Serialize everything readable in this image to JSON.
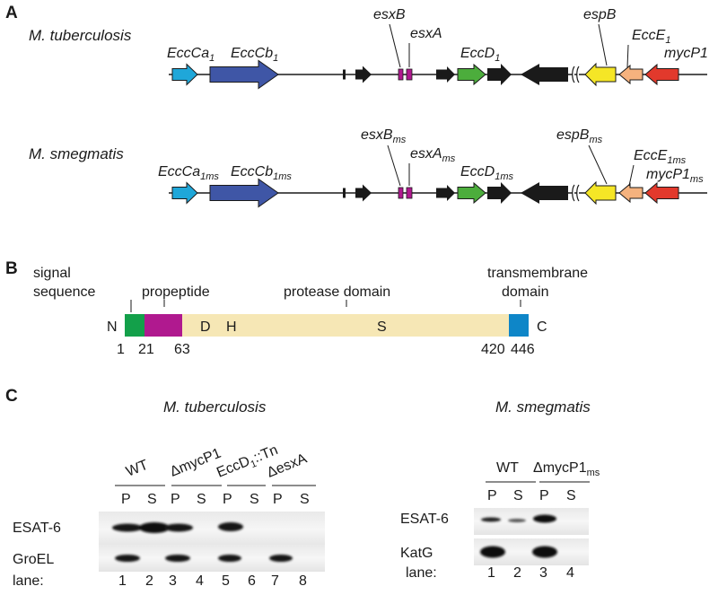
{
  "panelA": {
    "label": "A",
    "row1": {
      "organism": "M. tuberculosis",
      "genes": {
        "eccCa": {
          "base": "EccCa",
          "sub": "1"
        },
        "eccCb": {
          "base": "EccCb",
          "sub": "1"
        },
        "esxB": {
          "base": "esxB",
          "sub": ""
        },
        "esxA": {
          "base": "esxA",
          "sub": ""
        },
        "eccD": {
          "base": "EccD",
          "sub": "1"
        },
        "espB": {
          "base": "espB",
          "sub": ""
        },
        "eccE": {
          "base": "EccE",
          "sub": "1"
        },
        "mycP": {
          "base": "mycP1",
          "sub": ""
        }
      }
    },
    "row2": {
      "organism": "M. smegmatis",
      "genes": {
        "eccCa": {
          "base": "EccCa",
          "sub": "1ms"
        },
        "eccCb": {
          "base": "EccCb",
          "sub": "1ms"
        },
        "esxB": {
          "base": "esxB",
          "sub": "ms"
        },
        "esxA": {
          "base": "esxA",
          "sub": "ms"
        },
        "eccD": {
          "base": "EccD",
          "sub": "1ms"
        },
        "espB": {
          "base": "espB",
          "sub": "ms"
        },
        "eccE": {
          "base": "EccE",
          "sub": "1ms"
        },
        "mycP": {
          "base": "mycP1",
          "sub": "ms"
        }
      }
    },
    "colors": {
      "eccCa": "#1fa7d9",
      "eccCb": "#3f56a6",
      "esx": "#b0198f",
      "eccD": "#4cad3c",
      "black": "#1a1a1a",
      "espB": "#f5e626",
      "eccE": "#f5b27e",
      "mycP": "#e2392c"
    }
  },
  "panelB": {
    "label": "B",
    "signal_sequence": [
      "signal",
      "sequence"
    ],
    "propeptide": "propeptide",
    "protease_domain": "protease domain",
    "transmembrane_domain": [
      "transmembrane",
      "domain"
    ],
    "n_term": "N",
    "c_term": "C",
    "residues": {
      "D": "D",
      "H": "H",
      "S": "S"
    },
    "positions": [
      "1",
      "21",
      "63",
      "420",
      "446"
    ],
    "colors": {
      "signal": "#13a04a",
      "propeptide": "#b0198f",
      "protease": "#f6e7b5",
      "tm": "#0e86c8"
    }
  },
  "panelC": {
    "label": "C",
    "left": {
      "organism": "M. tuberculosis",
      "strains": {
        "wt": "WT",
        "mycP": "ΔmycP1",
        "eccD": {
          "base": "EccD",
          "sub": "1",
          "suffix": "::Tn"
        },
        "esxA": "ΔesxA"
      },
      "fractions": [
        "P",
        "S",
        "P",
        "S",
        "P",
        "S",
        "P",
        "S"
      ],
      "blots": [
        "ESAT-6",
        "GroEL"
      ],
      "lane_label": "lane:",
      "lanes": [
        "1",
        "2",
        "3",
        "4",
        "5",
        "6",
        "7",
        "8"
      ]
    },
    "right": {
      "organism": "M. smegmatis",
      "strains": {
        "wt": "WT",
        "mycP": {
          "base": "ΔmycP1",
          "sub": "ms"
        }
      },
      "fractions": [
        "P",
        "S",
        "P",
        "S"
      ],
      "blots": [
        "ESAT-6",
        "KatG"
      ],
      "lane_label": "lane:",
      "lanes": [
        "1",
        "2",
        "3",
        "4"
      ]
    }
  }
}
